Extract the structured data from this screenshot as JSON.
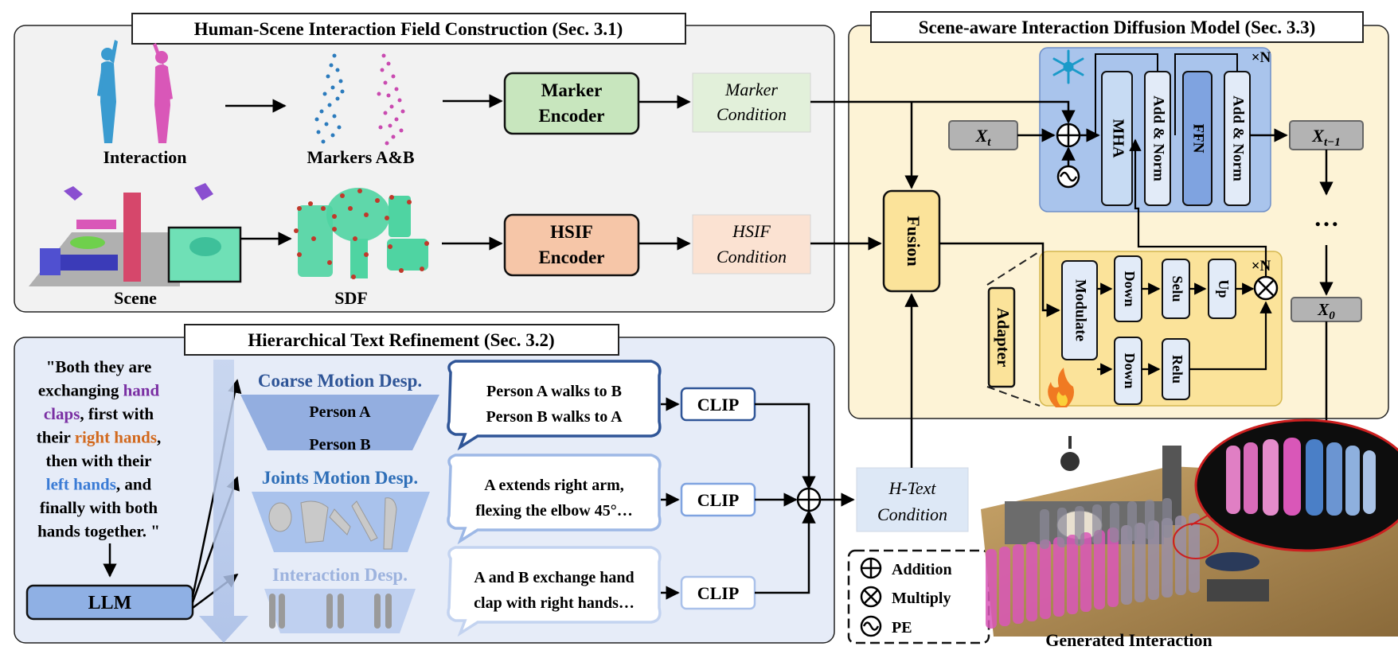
{
  "panels": {
    "hsif_title": "Human-Scene Interaction Field Construction (Sec. 3.1)",
    "text_title": "Hierarchical Text Refinement (Sec. 3.2)",
    "diffusion_title": "Scene-aware Interaction Diffusion Model (Sec. 3.3)"
  },
  "hsif": {
    "interaction_label": "Interaction",
    "markers_label": "Markers A&B",
    "scene_label": "Scene",
    "sdf_label": "SDF",
    "marker_encoder": [
      "Marker",
      "Encoder"
    ],
    "marker_condition": [
      "Marker",
      "Condition"
    ],
    "hsif_encoder": [
      "HSIF",
      "Encoder"
    ],
    "hsif_condition": [
      "HSIF",
      "Condition"
    ]
  },
  "text": {
    "quote_lines": [
      [
        {
          "t": "\"Both they are",
          "c": "#000000"
        }
      ],
      [
        {
          "t": "exchanging ",
          "c": "#000000"
        },
        {
          "t": "hand",
          "c": "#7a2fa3"
        }
      ],
      [
        {
          "t": "claps",
          "c": "#7a2fa3"
        },
        {
          "t": ", first with",
          "c": "#000000"
        }
      ],
      [
        {
          "t": "their ",
          "c": "#000000"
        },
        {
          "t": "right hands",
          "c": "#d2691e"
        },
        {
          "t": ",",
          "c": "#000000"
        }
      ],
      [
        {
          "t": "then with their",
          "c": "#000000"
        }
      ],
      [
        {
          "t": "left  hands",
          "c": "#3a7bd5"
        },
        {
          "t": ", and",
          "c": "#000000"
        }
      ],
      [
        {
          "t": "finally with both",
          "c": "#000000"
        }
      ],
      [
        {
          "t": "hands together. \"",
          "c": "#000000"
        }
      ]
    ],
    "llm": "LLM",
    "coarse_title": "Coarse Motion Desp.",
    "person_a": "Person A",
    "person_b": "Person B",
    "joints_title": "Joints Motion Desp.",
    "interaction_title": "Interaction Desp.",
    "bubble1": [
      "Person A walks to B",
      "Person B walks to A"
    ],
    "bubble2": [
      "A  extends  right  arm,",
      "flexing the elbow 45°…"
    ],
    "bubble3": [
      "A and B exchange hand",
      "clap with right hands…"
    ],
    "clip": "CLIP",
    "htext_condition": [
      "H-Text",
      "Condition"
    ]
  },
  "diffusion": {
    "xt": "X",
    "xt_sub": "t",
    "xt1": "X",
    "xt1_sub": "t−1",
    "x0": "X",
    "x0_sub": "0",
    "mha": "MHA",
    "add_norm": "Add & Norm",
    "ffn": "FFN",
    "times_n": "×N",
    "fusion": "Fusion",
    "adapter": "Adapter",
    "modulate": "Modulate",
    "down": "Down",
    "selu": "Selu",
    "up": "Up",
    "relu": "Relu",
    "dots": "…"
  },
  "legend": {
    "addition": "Addition",
    "multiply": "Multiply",
    "pe": "PE"
  },
  "generated_label": "Generated Interaction",
  "colors": {
    "panel_gray": "#f2f2f2",
    "panel_blue": "#e6ecf8",
    "panel_yellow": "#fdf3d6",
    "marker_encoder": "#c8e6be",
    "marker_condition": "#e2f0da",
    "hsif_encoder": "#f6c6a8",
    "hsif_condition": "#fbe2d2",
    "transformer_bg": "#a9c4ec",
    "mha": "#c7dbf3",
    "ffn": "#7fa3e0",
    "fusion": "#fbe39a",
    "llm": "#8fb0e4",
    "condition_blue": "#dde8f6",
    "person_blue": "#3a9bd0",
    "person_pink": "#d957b8"
  }
}
